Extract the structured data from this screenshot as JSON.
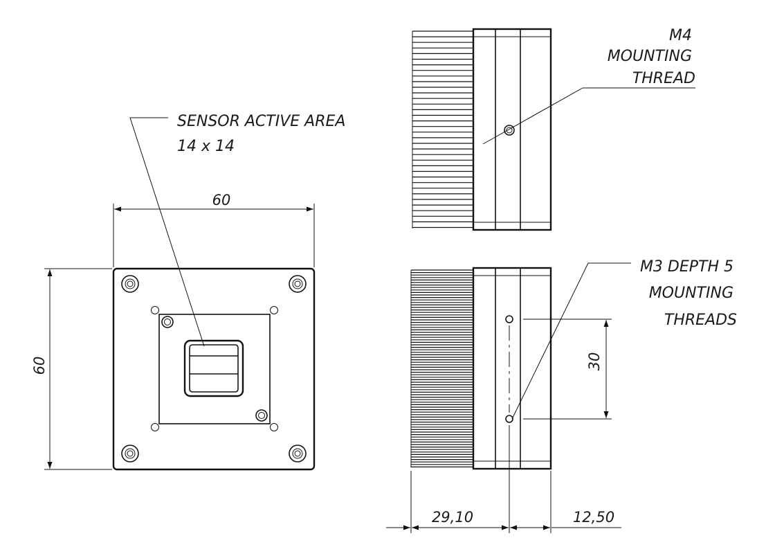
{
  "labels": {
    "sensor_area_line1": "SENSOR ACTIVE AREA",
    "sensor_area_line2": "14 x 14",
    "m4_line1": "M4",
    "m4_line2": "MOUNTING",
    "m4_line3": "THREAD",
    "m3_line1": "M3 DEPTH 5",
    "m3_line2": "MOUNTING",
    "m3_line3": "THREADS"
  },
  "dimensions": {
    "front_width": "60",
    "front_height": "60",
    "thread_spacing": "30",
    "heatsink_length": "29,10",
    "body_offset": "12,50"
  }
}
